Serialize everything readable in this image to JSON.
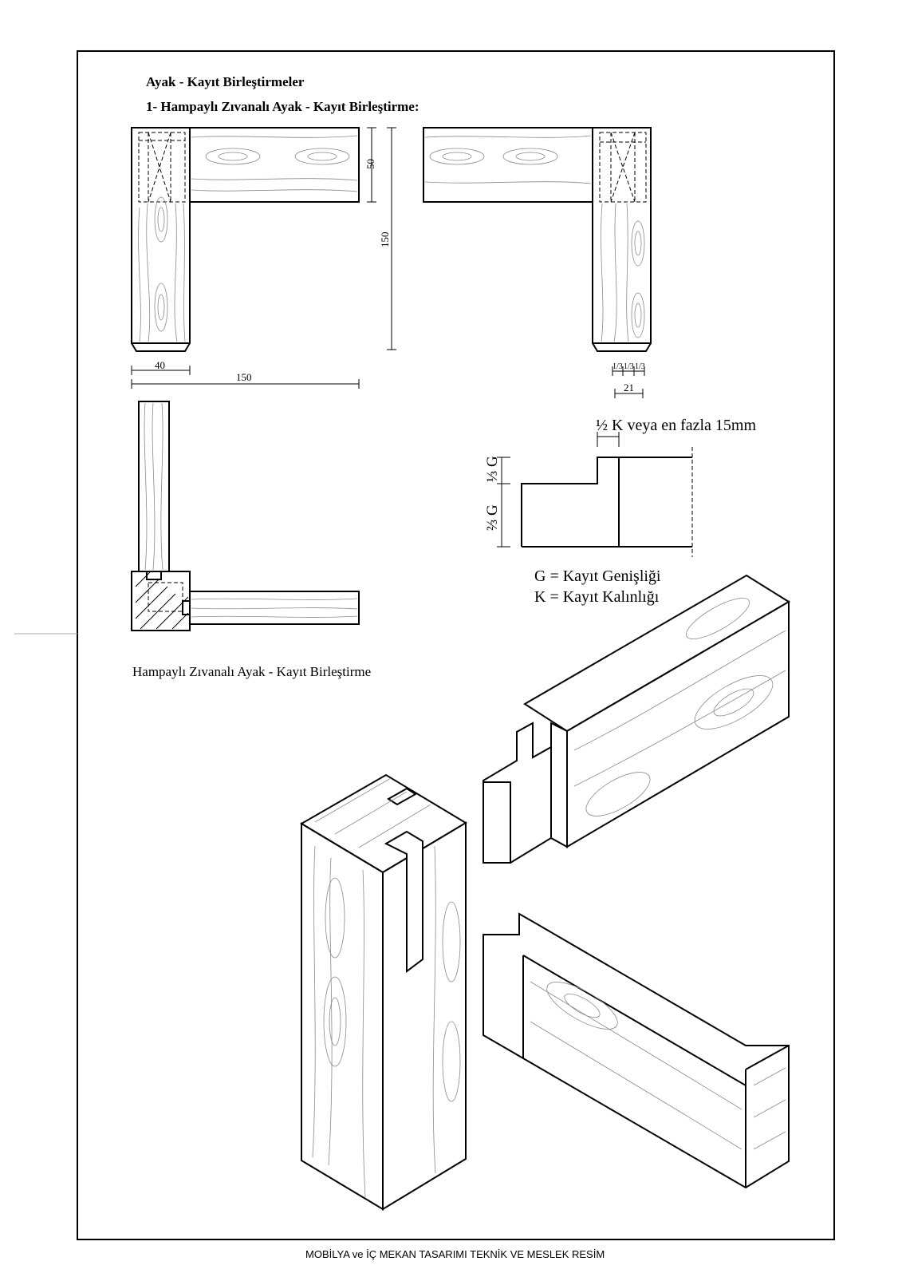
{
  "header": {
    "section_title": "Ayak - Kayıt Birleştirmeler",
    "subsection_title": "1- Hampaylı Zıvanalı Ayak - Kayıt Birleştirme:"
  },
  "dimensions": {
    "rail_height": "50",
    "total_height": "150",
    "leg_width": "40",
    "total_width": "150",
    "third_a": "1/3",
    "third_b": "1/3",
    "third_c": "1/3",
    "tenon_total": "21"
  },
  "haunch_detail": {
    "top_note": "½ K veya en fazla 15mm",
    "upper_ratio": "⅓ G",
    "lower_ratio": "⅔ G"
  },
  "legend": {
    "g_def": "G = Kayıt Genişliği",
    "k_def": "K = Kayıt Kalınlığı"
  },
  "section_caption": "Hampaylı Zıvanalı Ayak - Kayıt Birleştirme",
  "footer": "MOBİLYA ve İÇ MEKAN TASARIMI TEKNİK VE MESLEK RESİM"
}
